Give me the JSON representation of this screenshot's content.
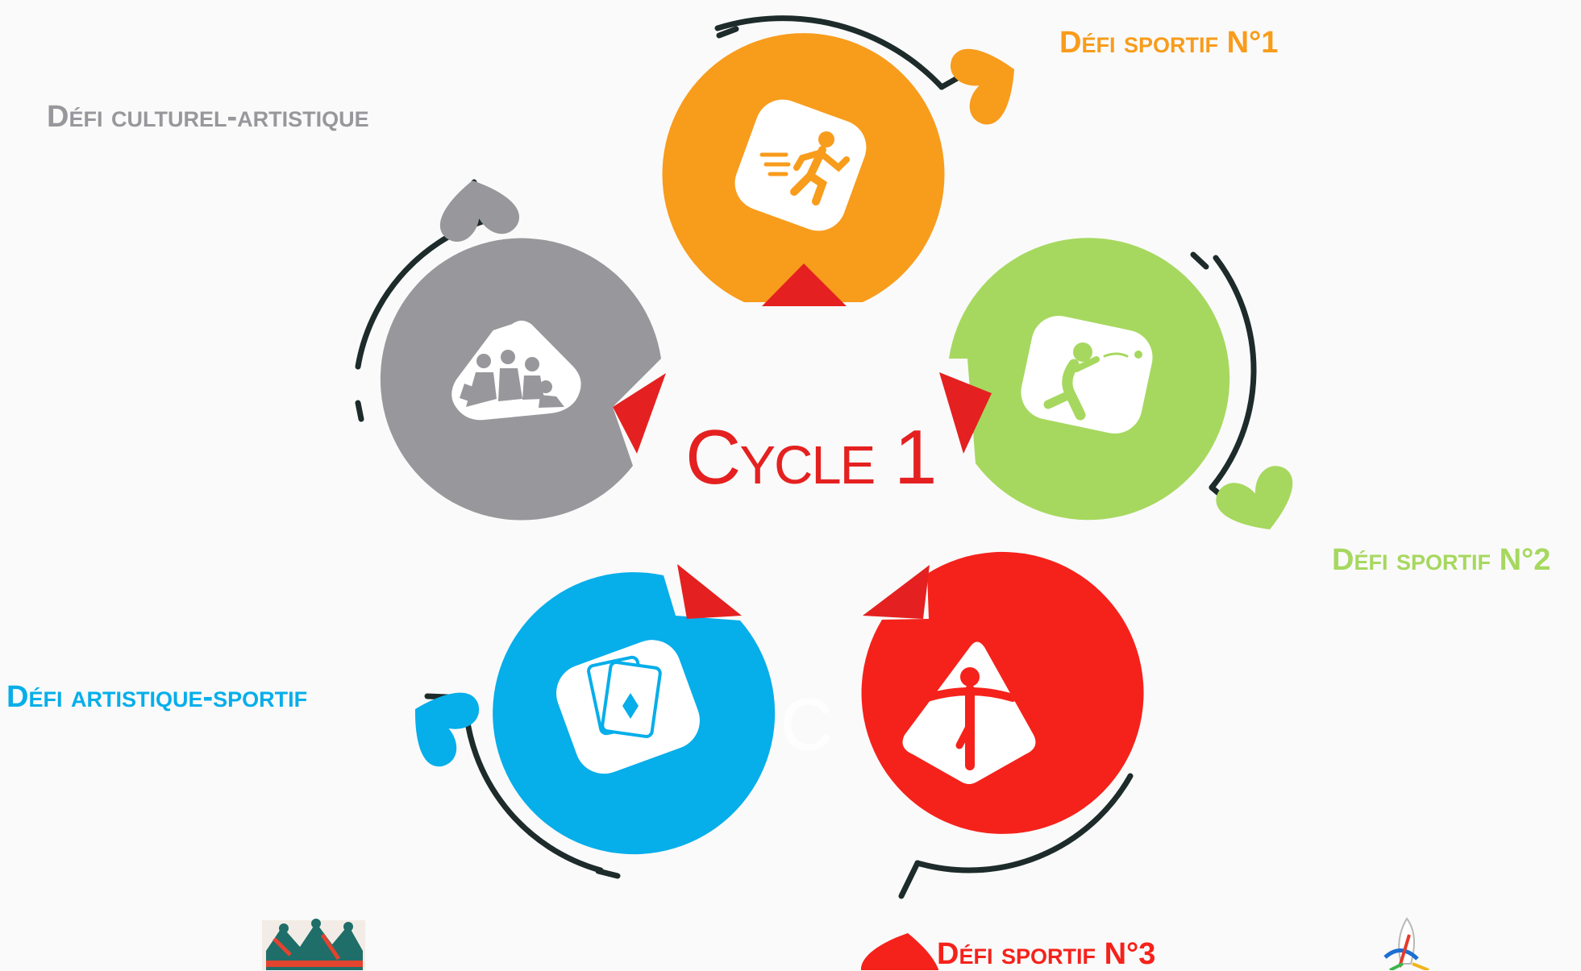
{
  "title": "Cycle 1",
  "colors": {
    "orange": "#F89C1C",
    "green": "#A6D85F",
    "red": "#F5221B",
    "blue": "#06AEEA",
    "gray": "#98979B",
    "arc": "#1D2B2A",
    "pointer": "#E42120"
  },
  "challenges": [
    {
      "label": "Défi sportif N°1",
      "color": "#F89C1C",
      "icon": "running-person-icon"
    },
    {
      "label": "Défi sportif N°2",
      "color": "#A6D85F",
      "icon": "throwing-ball-person-icon"
    },
    {
      "label": "Défi sportif N°3",
      "color": "#F5221B",
      "icon": "balancing-person-icon"
    },
    {
      "label": "Défi artistique-sportif",
      "color": "#06AEEA",
      "icon": "playing-cards-icon"
    },
    {
      "label": "Défi culturel-artistique",
      "color": "#98979B",
      "icon": "reading-children-icon"
    }
  ],
  "logos": [
    "sports-collage-logo",
    "rocket-logo"
  ]
}
